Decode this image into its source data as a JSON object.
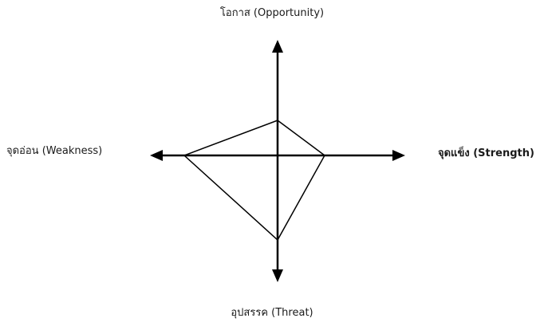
{
  "labels": {
    "top": "โอกาส  (Opportunity)",
    "left": "จุดอ่อน (Weakness)",
    "right": "จุดแข็ง (Strength)",
    "bottom": "อุปสรรค (Threat)"
  },
  "colors": {
    "line": "#000000",
    "background": "#ffffff"
  }
}
